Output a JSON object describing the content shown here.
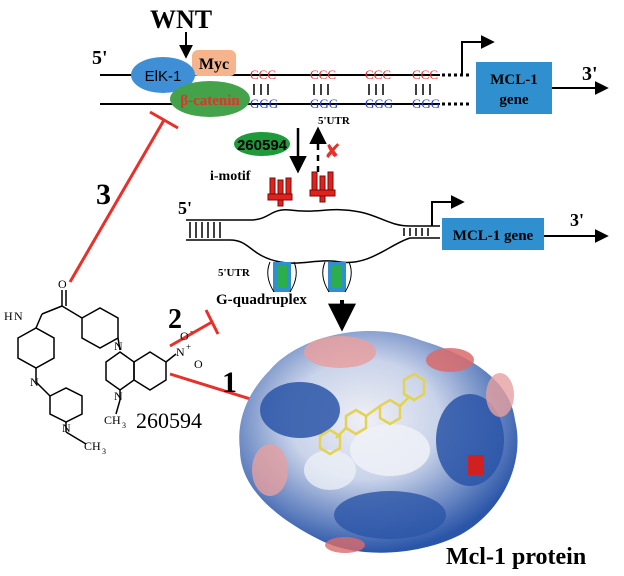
{
  "labels": {
    "wnt": "WNT",
    "five_prime_top": "5'",
    "three_prime_top": "3'",
    "elk1": "ElK-1",
    "myc": "Myc",
    "beta_catenin": "β-catenin",
    "ccc": "CCC",
    "ggg": "GGG",
    "utr_top": "5'UTR",
    "mcl1_gene_top_line1": "MCL-1",
    "mcl1_gene_top_line2": "gene",
    "compound_pill": "260594",
    "block_x": "✘",
    "i_motif": "i-motif",
    "five_prime_mid": "5'",
    "three_prime_mid": "3'",
    "mcl1_gene_mid": "MCL-1 gene",
    "utr_mid": "5'UTR",
    "g_quadruplex": "G-quadruplex",
    "num_1": "1",
    "num_2": "2",
    "num_3": "3",
    "compound_name": "260594",
    "mcl1_protein": "Mcl-1 protein",
    "atoms": {
      "o": "O",
      "hn": "H",
      "n_left": "N",
      "n1": "N",
      "n2": "N",
      "n_pyr": "N",
      "n_q": "N",
      "n_nitro": "N",
      "plus": "+",
      "o_nitro1": "O",
      "o_nitro2": "O",
      "minus": "-",
      "ch3_a": "CH",
      "ch3_b": "3",
      "ch3_c": "CH",
      "ch3_d": "3"
    }
  },
  "colors": {
    "red": "#e8302a",
    "blue_box": "#2f8fcf",
    "elk_blue": "#3e8fd6",
    "myc_orange": "#f5b48b",
    "beta_green": "#43a24a",
    "ggg_blue": "#2140c8",
    "pill_green": "#1f9a3a",
    "protein_blue": "#2a55a8"
  }
}
